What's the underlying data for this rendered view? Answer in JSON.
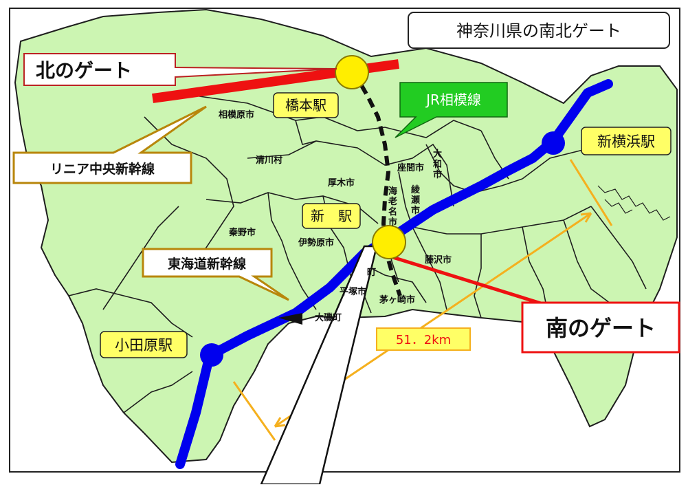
{
  "title": "神奈川県の南北ゲート",
  "callouts": {
    "north_gate": "北のゲート",
    "south_gate": "南のゲート",
    "linear_chuo": "リニア中央新幹線",
    "tokaido": "東海道新幹線",
    "jr_sagami": "JR相模線",
    "distance": "51．2km"
  },
  "stations": {
    "hashimoto": "橋本駅",
    "shin_eki": "新　駅",
    "odawara": "小田原駅",
    "shin_yokohama": "新横浜駅"
  },
  "cities": {
    "sagamihara": "相模原市",
    "kiyokawa": "清川村",
    "atsugi": "厚木市",
    "zama": "座間市",
    "yamato": "大和市",
    "ayase": "綾瀬市",
    "ebina": "海老名市",
    "hadano": "秦野市",
    "isehara": "伊勢原市",
    "fujisawa": "藤沢市",
    "hiratsuka": "平塚市",
    "chigasaki": "茅ヶ崎市",
    "oiso": "大磯町",
    "samukawa": "町"
  },
  "colors": {
    "land": "#ccf5b2",
    "border": "#1e1e1e",
    "label_bg": "#ffff66",
    "tokaido_line": "#0000ee",
    "linear_line": "#ee1111",
    "gate_circle": "#ffee00",
    "distance_line": "#f5b01e",
    "jr_callout": "#22cc22",
    "callout_border": "#b8860b"
  }
}
